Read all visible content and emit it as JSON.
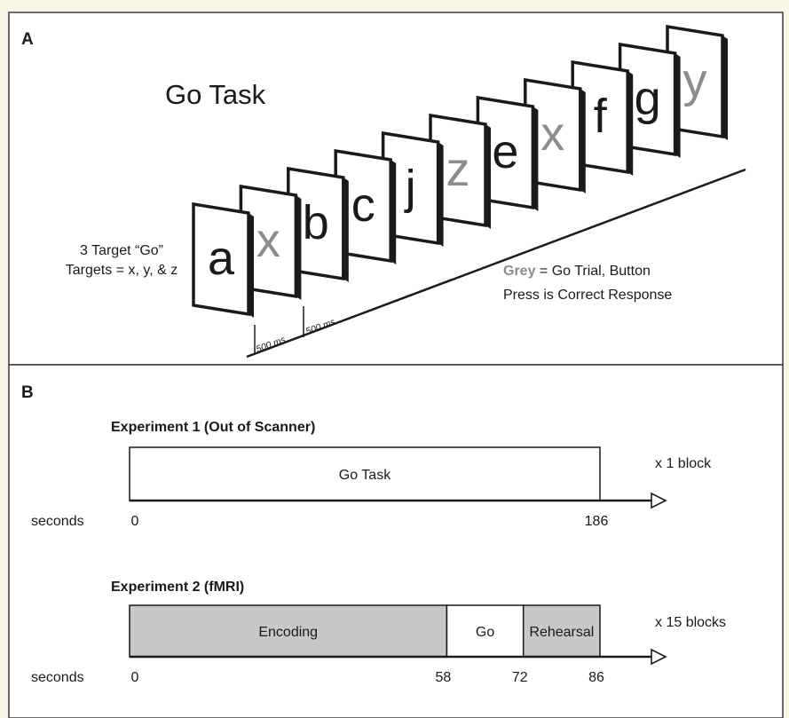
{
  "panel_a": {
    "label": "A",
    "title": "Go Task",
    "target_line1": "3 Target “Go”",
    "target_line2": "Targets = x, y, & z",
    "legend_grey": "Grey",
    "legend_rest": " = Go Trial, Button",
    "legend_line2": "Press is Correct Response",
    "interval_labels": [
      "500 ms",
      "500 ms"
    ],
    "cards": [
      {
        "letter": "a",
        "go": false
      },
      {
        "letter": "x",
        "go": true
      },
      {
        "letter": "b",
        "go": false
      },
      {
        "letter": "c",
        "go": false
      },
      {
        "letter": "j",
        "go": false
      },
      {
        "letter": "z",
        "go": true
      },
      {
        "letter": "e",
        "go": false
      },
      {
        "letter": "x",
        "go": true
      },
      {
        "letter": "f",
        "go": false
      },
      {
        "letter": "g",
        "go": false
      },
      {
        "letter": "y",
        "go": true
      }
    ]
  },
  "panel_b": {
    "label": "B",
    "axis_unit_label": "seconds",
    "experiment1": {
      "title": "Experiment 1 (Out of Scanner)",
      "repeat": "x 1 block",
      "blocks": [
        {
          "label": "Go Task",
          "start": 0,
          "end": 186,
          "shaded": false
        }
      ],
      "ticks": [
        "0",
        "186"
      ]
    },
    "experiment2": {
      "title": "Experiment 2 (fMRI)",
      "repeat": "x 15 blocks",
      "blocks": [
        {
          "label": "Encoding",
          "start": 0,
          "end": 58,
          "shaded": true
        },
        {
          "label": "Go",
          "start": 58,
          "end": 72,
          "shaded": false
        },
        {
          "label": "Rehearsal",
          "start": 72,
          "end": 86,
          "shaded": true
        }
      ],
      "ticks": [
        "0",
        "58",
        "72",
        "86"
      ]
    }
  },
  "colors": {
    "background": "#f8f5e4",
    "panel_fill": "#ffffff",
    "go_letter": "#8c8c8c",
    "shaded_block": "#c8c8c8",
    "ink": "#1a1a1a"
  }
}
